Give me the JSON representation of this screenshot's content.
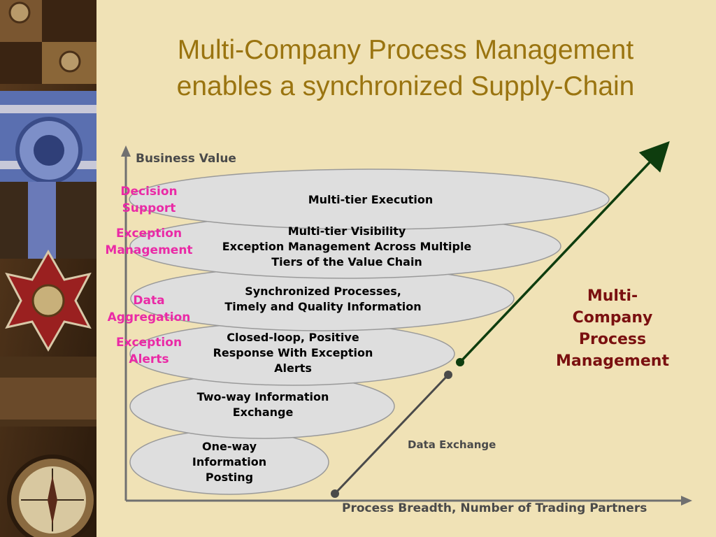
{
  "title": {
    "line1": "Multi-Company Process Management",
    "line2": "enables a synchronized Supply-Chain"
  },
  "axes": {
    "y_label": "Business Value",
    "x_label": "Process Breadth, Number of Trading Partners"
  },
  "tiers": [
    {
      "lines": [
        "Multi-tier Execution"
      ]
    },
    {
      "lines": [
        "Multi-tier Visibility",
        "Exception Management Across Multiple",
        "Tiers of the Value Chain"
      ]
    },
    {
      "lines": [
        "Synchronized Processes,",
        "Timely and Quality Information"
      ]
    },
    {
      "lines": [
        "Closed-loop, Positive",
        "Response With Exception",
        "Alerts"
      ]
    },
    {
      "lines": [
        "Two-way Information",
        "Exchange"
      ]
    },
    {
      "lines": [
        "One-way",
        "Information",
        "Posting"
      ]
    }
  ],
  "side_labels": [
    {
      "line1": "Decision",
      "line2": "Support"
    },
    {
      "line1": "Exception",
      "line2": "Management"
    },
    {
      "line1": "Data",
      "line2": "Aggregation"
    },
    {
      "line1": "Exception",
      "line2": "Alerts"
    }
  ],
  "lines": {
    "data_exchange_label": "Data Exchange",
    "mcpm_label": [
      "Multi-",
      "Company",
      "Process",
      "Management"
    ]
  },
  "colors": {
    "title": "#9a7410",
    "background": "#f0e2b6",
    "side_label": "#ea2aa6",
    "axis_label": "#4a4a4a",
    "mcpm_label": "#7a1010",
    "mcpm_line": "#0e3d0e",
    "data_exchange_line": "#4a4a4a",
    "ellipse_fill": "#dedede",
    "ellipse_stroke": "#9a9a9a"
  }
}
